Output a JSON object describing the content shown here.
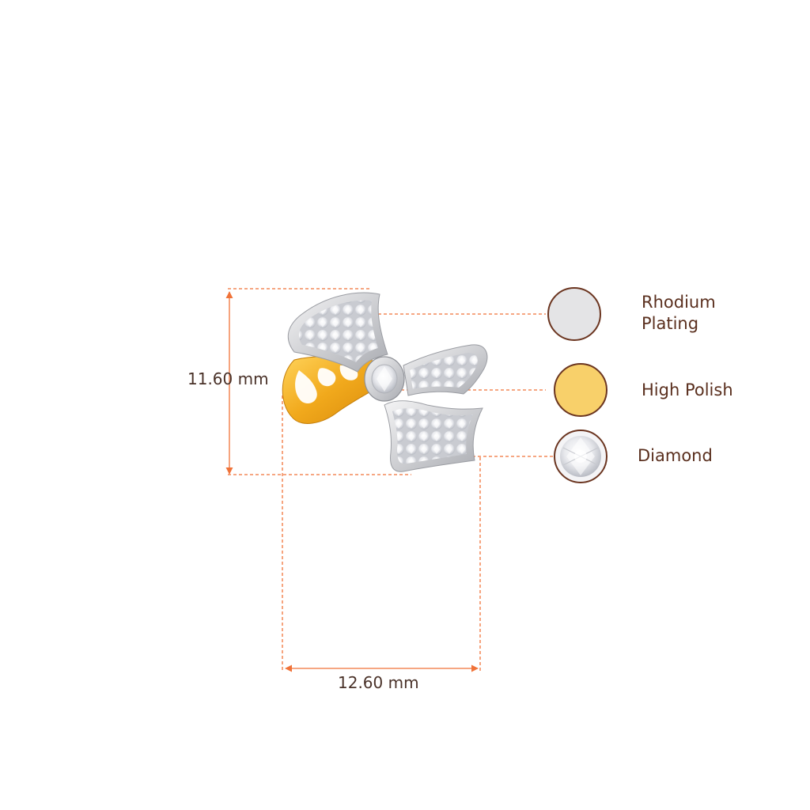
{
  "dimensions": {
    "height_label": "11.60 mm",
    "width_label": "12.60 mm"
  },
  "legend": {
    "rhodium_label": "Rhodium Plating",
    "polish_label": "High Polish",
    "diamond_label": "Diamond"
  },
  "colors": {
    "guide_line": "#f07238",
    "rhodium_swatch": "#e4e4e6",
    "polish_swatch": "#f8d06a",
    "swatch_border": "#6b3520",
    "gold": "#f2b52c",
    "white_gold": "#dcdcde"
  }
}
